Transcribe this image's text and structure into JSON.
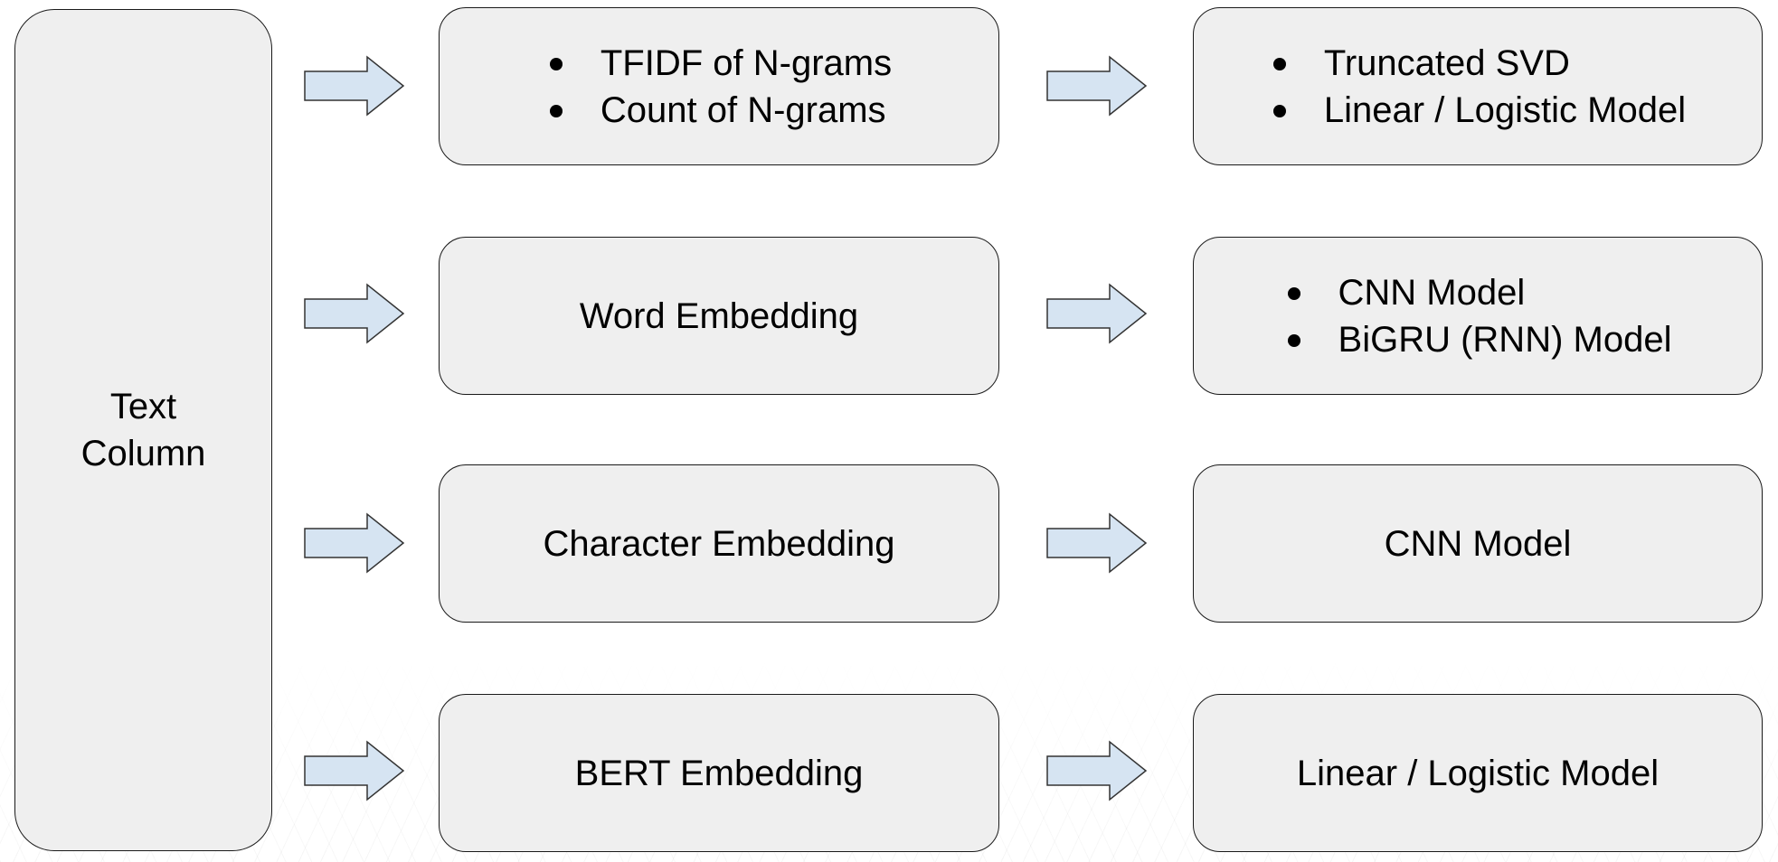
{
  "source": {
    "label_line1": "Text",
    "label_line2": "Column"
  },
  "rows": [
    {
      "features": [
        "TFIDF of N-grams",
        "Count of N-grams"
      ],
      "models": [
        "Truncated SVD",
        "Linear / Logistic Model"
      ]
    },
    {
      "feature": "Word Embedding",
      "models": [
        "CNN Model",
        "BiGRU (RNN) Model"
      ]
    },
    {
      "feature": "Character Embedding",
      "model": "CNN Model"
    },
    {
      "feature": "BERT Embedding",
      "model": "Linear / Logistic Model"
    }
  ],
  "colors": {
    "box_fill": "#efefef",
    "box_border": "#1a1a1a",
    "arrow_fill": "#d6e4f2",
    "arrow_stroke": "#333333"
  },
  "icons": {
    "arrow": "right-arrow-icon",
    "bullet": "bullet-dot-icon"
  }
}
